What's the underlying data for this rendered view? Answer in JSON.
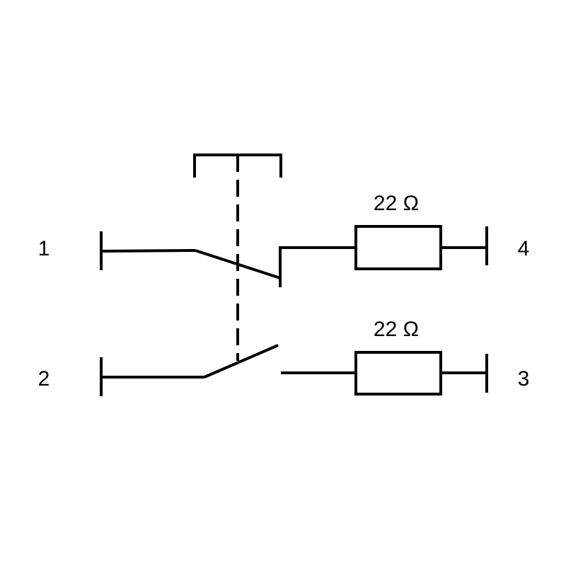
{
  "terminals": {
    "t1": "1",
    "t2": "2",
    "t3": "3",
    "t4": "4"
  },
  "resistors": {
    "upper": "22 Ω",
    "lower": "22 Ω"
  },
  "colors": {
    "line": "#000000",
    "background": "#ffffff"
  }
}
